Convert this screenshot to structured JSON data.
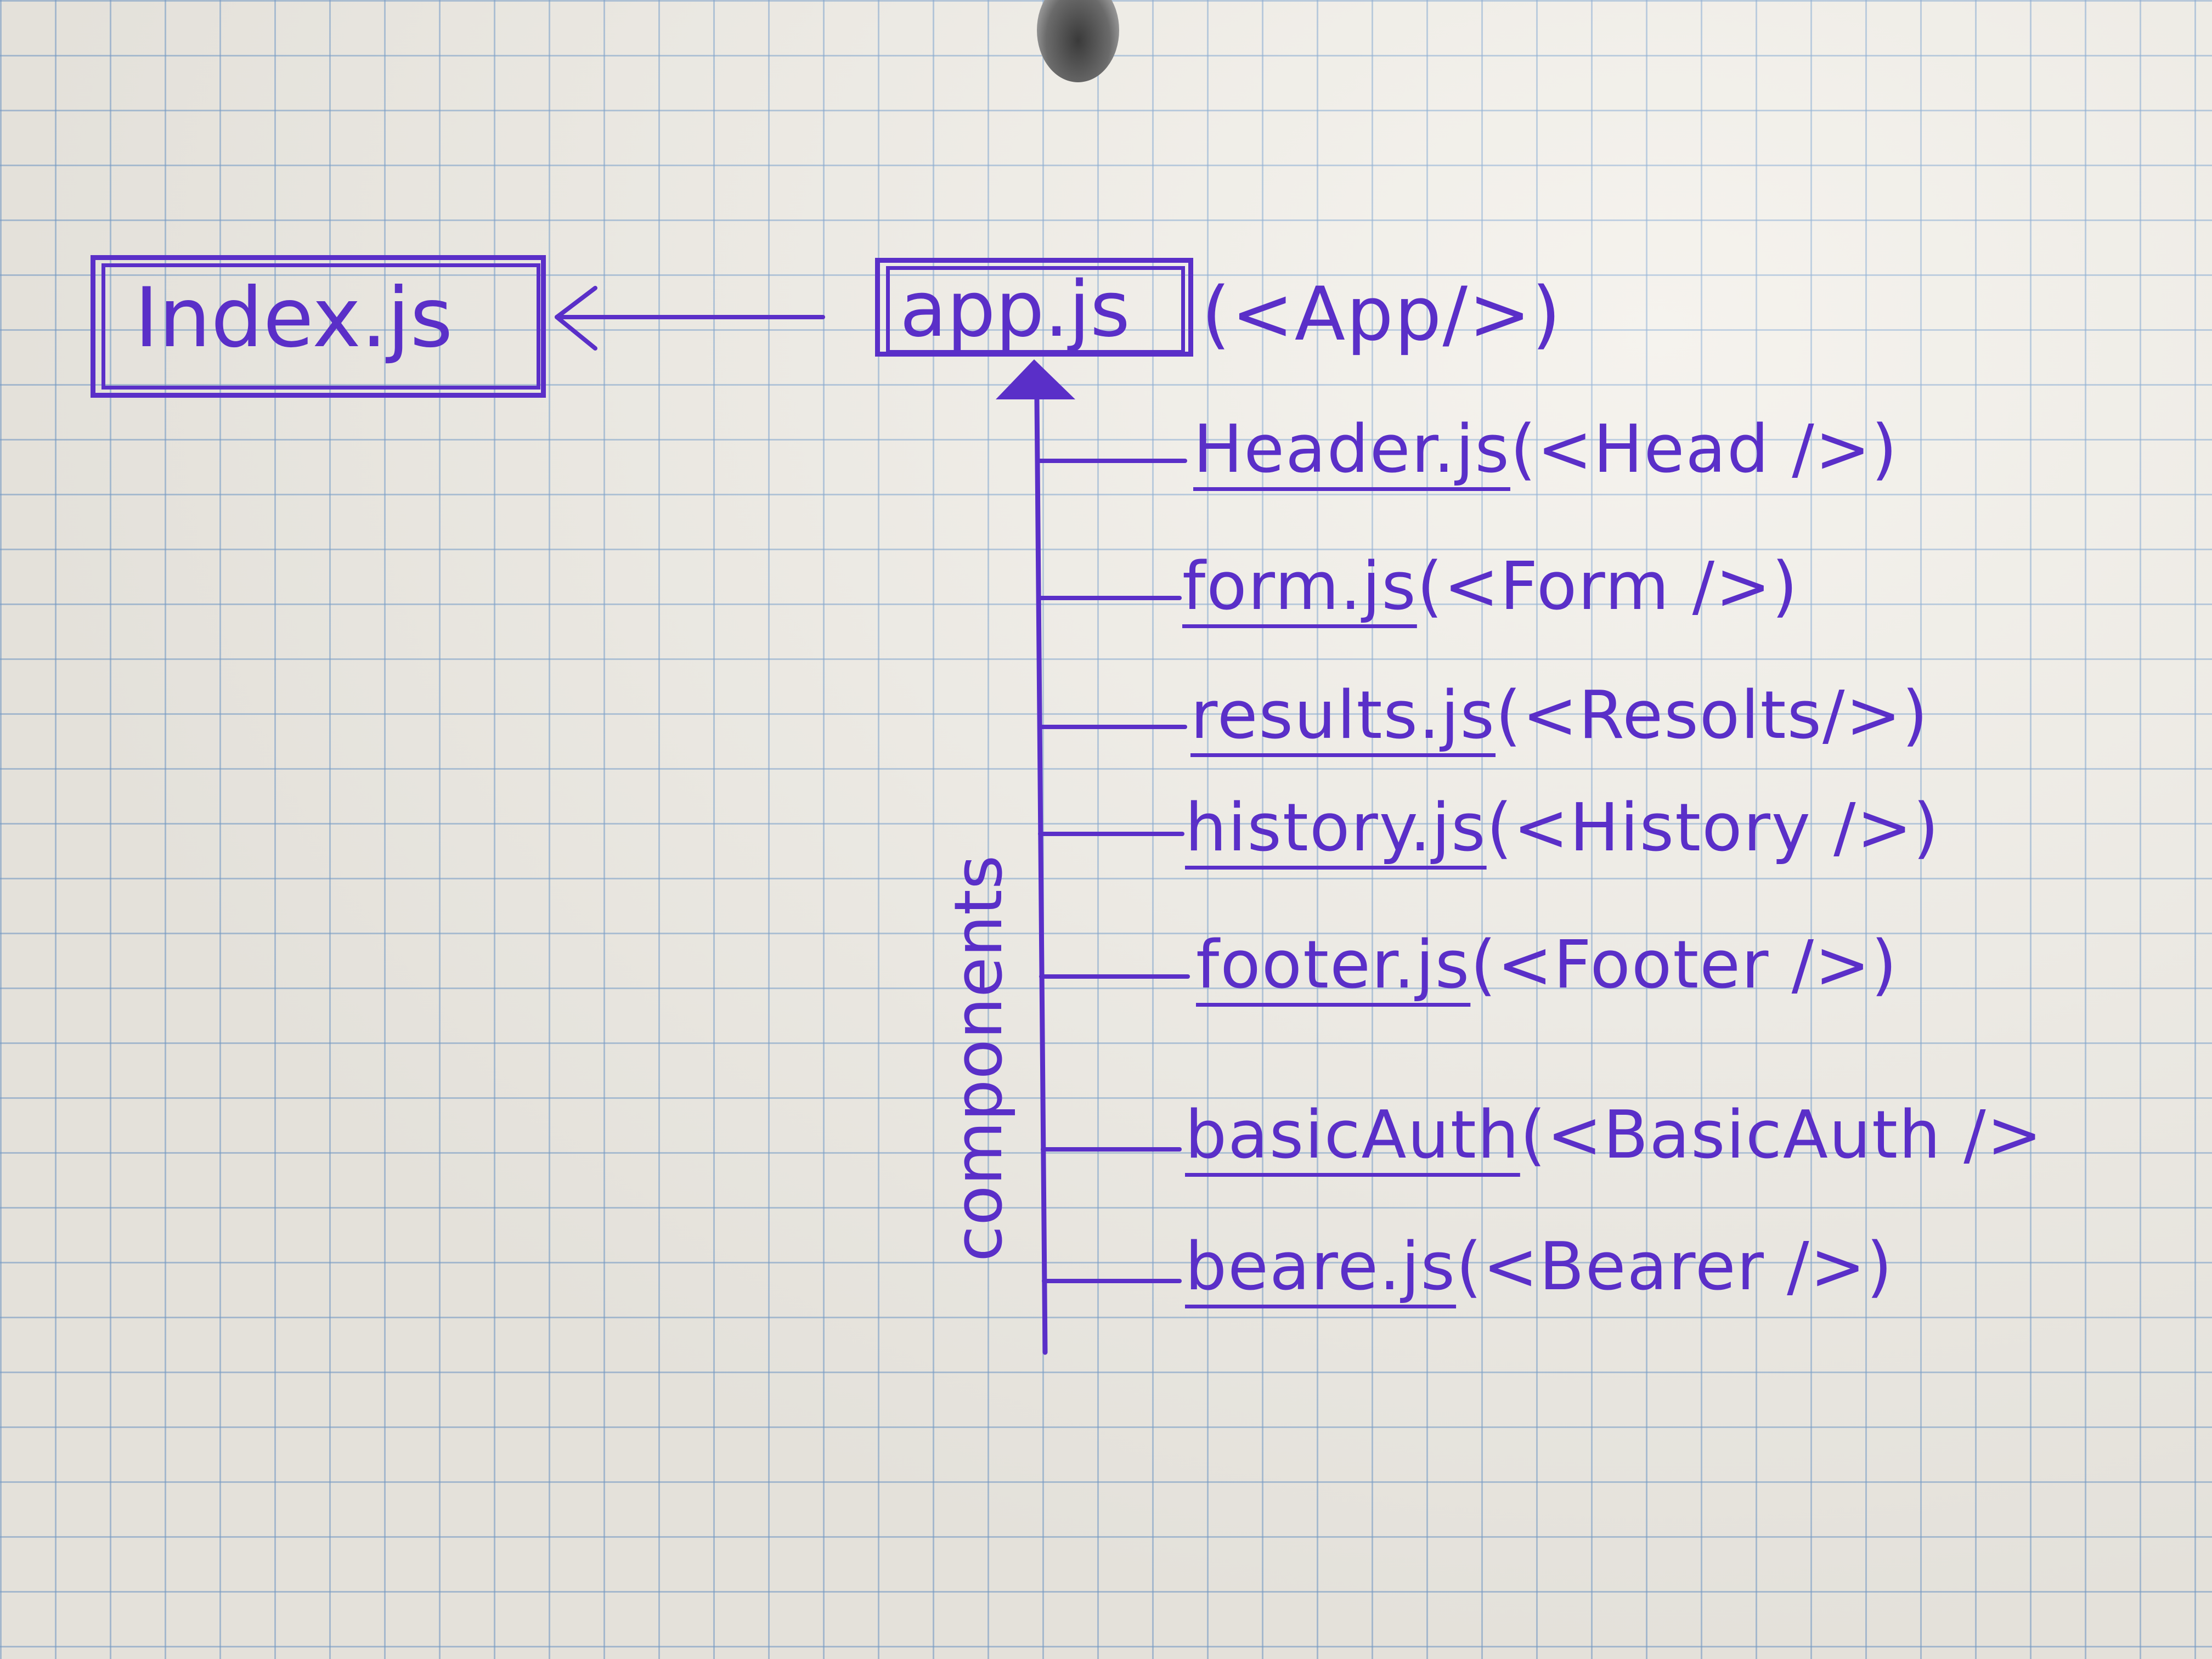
{
  "diagram": {
    "index_box": {
      "label": "Index.js"
    },
    "app_box": {
      "label": "app.js",
      "component": "(<App/>)"
    },
    "group_label": "components",
    "components": [
      {
        "file": "Header.js",
        "tag": "(<Head />)"
      },
      {
        "file": "form.js",
        "tag": "(<Form />)"
      },
      {
        "file": "results.js",
        "tag": "(<Resolts/>)"
      },
      {
        "file": "history.js",
        "tag": "(<History />)"
      },
      {
        "file": "footer.js",
        "tag": "(<Footer />)"
      },
      {
        "file": "basicAuth",
        "tag": "(<BasicAuth />"
      },
      {
        "file": "beare.js",
        "tag": "(<Bearer />)"
      }
    ]
  },
  "colors": {
    "ink": "#5a2fc8",
    "paper": "#f2efe8",
    "grid": "#78a0cd"
  }
}
